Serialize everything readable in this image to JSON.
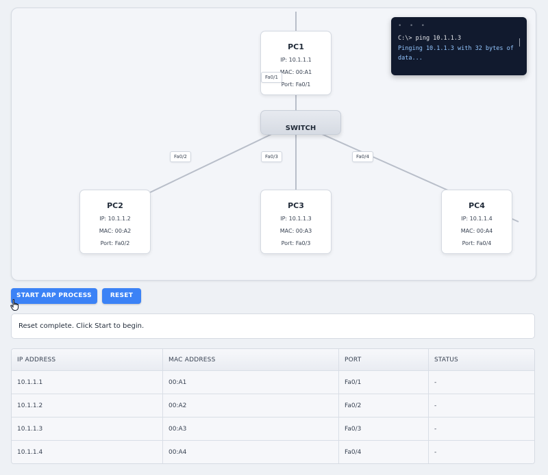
{
  "topology": {
    "switch_label": "SWITCH",
    "pcs": [
      {
        "name": "PC1",
        "ip": "IP: 10.1.1.1",
        "mac": "MAC: 00:A1",
        "port": "Port: Fa0/1"
      },
      {
        "name": "PC2",
        "ip": "IP: 10.1.1.2",
        "mac": "MAC: 00:A2",
        "port": "Port: Fa0/2"
      },
      {
        "name": "PC3",
        "ip": "IP: 10.1.1.3",
        "mac": "MAC: 00:A3",
        "port": "Port: Fa0/3"
      },
      {
        "name": "PC4",
        "ip": "IP: 10.1.1.4",
        "mac": "MAC: 00:A4",
        "port": "Port: Fa0/4"
      }
    ],
    "port_labels": [
      "Fa0/1",
      "Fa0/2",
      "Fa0/3",
      "Fa0/4"
    ]
  },
  "terminal": {
    "dots": "• • •",
    "command": "C:\\> ping 10.1.1.3",
    "output": "Pinging 10.1.1.3 with 32 bytes of data..."
  },
  "controls": {
    "start_label": "START ARP PROCESS",
    "reset_label": "RESET"
  },
  "status_message": "Reset complete. Click Start to begin.",
  "table": {
    "headers": [
      "IP ADDRESS",
      "MAC ADDRESS",
      "PORT",
      "STATUS"
    ],
    "rows": [
      [
        "10.1.1.1",
        "00:A1",
        "Fa0/1",
        "-"
      ],
      [
        "10.1.1.2",
        "00:A2",
        "Fa0/2",
        "-"
      ],
      [
        "10.1.1.3",
        "00:A3",
        "Fa0/3",
        "-"
      ],
      [
        "10.1.1.4",
        "00:A4",
        "Fa0/4",
        "-"
      ]
    ]
  },
  "colors": {
    "accent": "#3b82f6",
    "terminal_bg": "#111a2e",
    "link": "#b8bec9"
  }
}
